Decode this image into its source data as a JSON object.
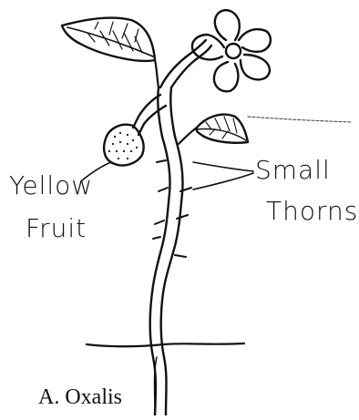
{
  "labels": {
    "fruit_line1": "Yellow",
    "fruit_line2": "Fruit",
    "thorns_line1": "Small",
    "thorns_line2": "Thorns"
  },
  "caption": "A. Oxalis"
}
